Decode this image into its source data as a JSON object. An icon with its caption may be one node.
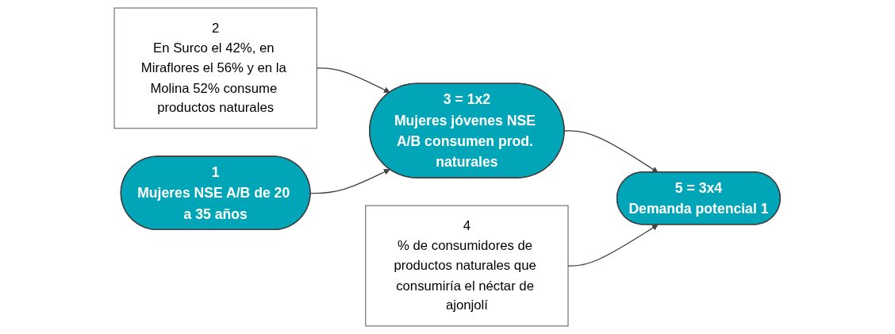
{
  "diagram": {
    "nodes": [
      {
        "text": [
          "2",
          "En Surco el 42%, en Miraflores el 56% y en la Molina 52% consume productos naturales"
        ]
      },
      {
        "text": [
          "4",
          "% de consumidores de productos naturales que consumiría el néctar de ajonjolí"
        ]
      },
      {
        "text": [
          "1",
          "Mujeres NSE A/B de 20 a 35 años"
        ]
      },
      {
        "text": [
          "3 = 1x2",
          "Mujeres jóvenes NSE A/B consumen prod. naturales"
        ]
      },
      {
        "text": [
          "5 = 3x4",
          "Demanda potencial 1"
        ]
      }
    ],
    "edges": [
      {
        "from": 0,
        "to": 3,
        "arrow": "to"
      },
      {
        "from": 2,
        "to": 3,
        "arrow": "to"
      },
      {
        "from": 3,
        "to": 4,
        "arrow": "to"
      },
      {
        "from": 1,
        "to": 4,
        "arrow": "to"
      }
    ]
  }
}
